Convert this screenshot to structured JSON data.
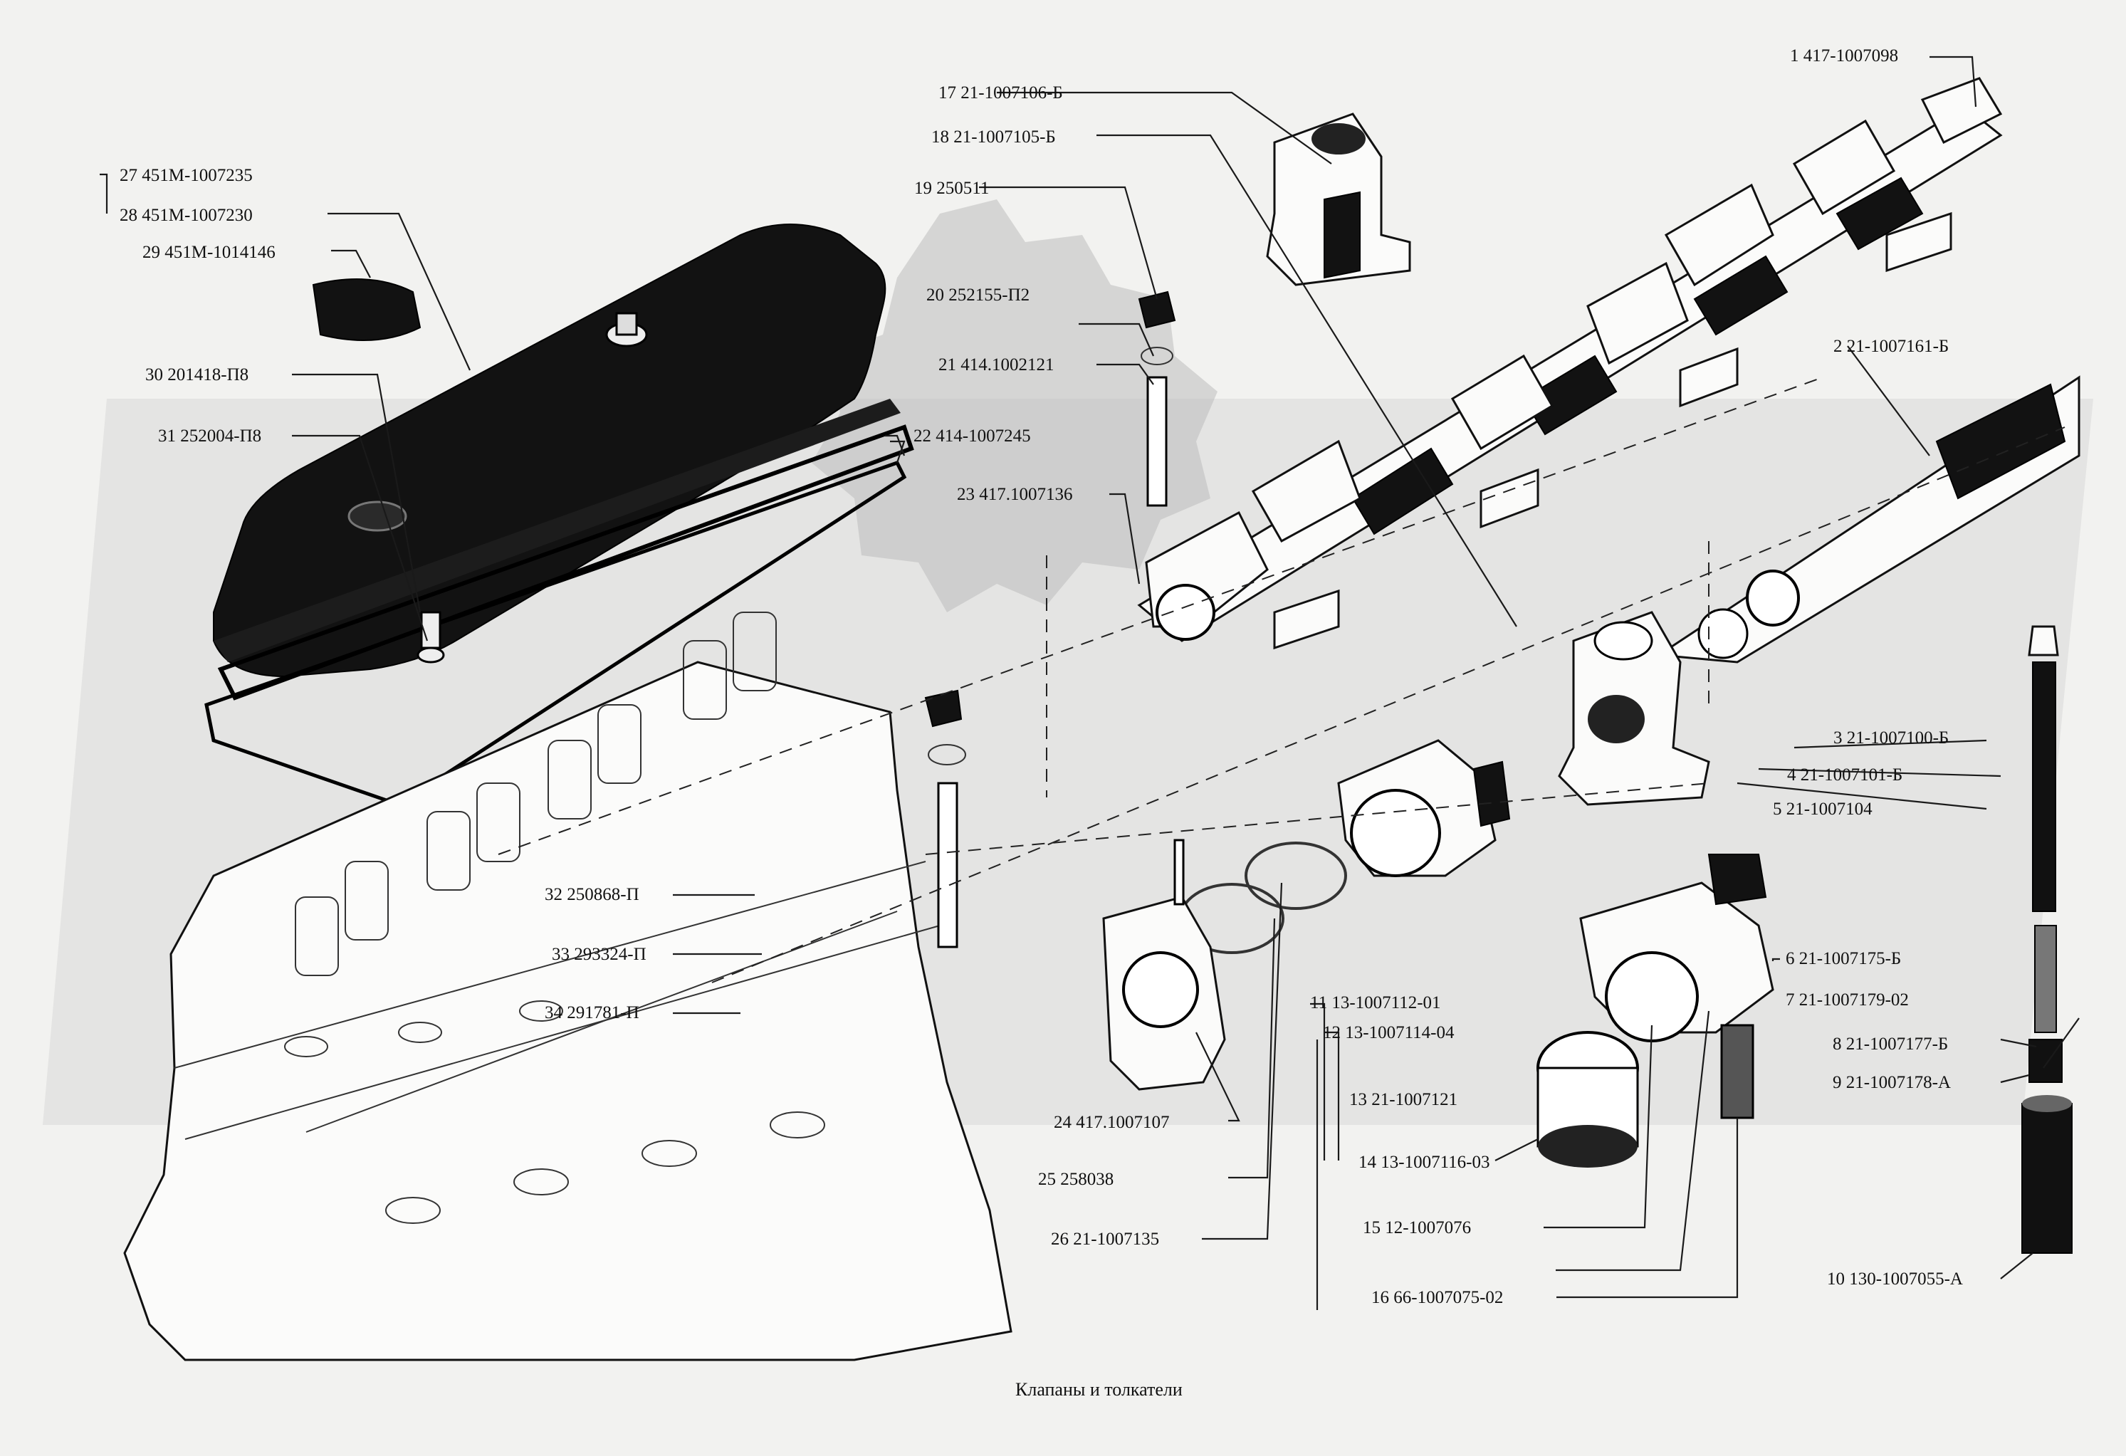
{
  "caption": "Клапаны и толкатели",
  "callouts": [
    {
      "num": "1",
      "part": "417-1007098"
    },
    {
      "num": "2",
      "part": "21-1007161-Б"
    },
    {
      "num": "3",
      "part": "21-1007100-Б"
    },
    {
      "num": "4",
      "part": "21-1007101-Б"
    },
    {
      "num": "5",
      "part": "21-1007104"
    },
    {
      "num": "6",
      "part": "21-1007175-Б"
    },
    {
      "num": "7",
      "part": "21-1007179-02"
    },
    {
      "num": "8",
      "part": "21-1007177-Б"
    },
    {
      "num": "9",
      "part": "21-1007178-А"
    },
    {
      "num": "10",
      "part": "130-1007055-А"
    },
    {
      "num": "11",
      "part": "13-1007112-01"
    },
    {
      "num": "12",
      "part": "13-1007114-04"
    },
    {
      "num": "13",
      "part": "21-1007121"
    },
    {
      "num": "14",
      "part": "13-1007116-03"
    },
    {
      "num": "15",
      "part": "12-1007076"
    },
    {
      "num": "16",
      "part": "66-1007075-02"
    },
    {
      "num": "17",
      "part": "21-1007106-Б"
    },
    {
      "num": "18",
      "part": "21-1007105-Б"
    },
    {
      "num": "19",
      "part": "250511"
    },
    {
      "num": "20",
      "part": "252155-П2"
    },
    {
      "num": "21",
      "part": "414.1002121"
    },
    {
      "num": "22",
      "part": "414-1007245"
    },
    {
      "num": "23",
      "part": "417.1007136"
    },
    {
      "num": "24",
      "part": "417.1007107"
    },
    {
      "num": "25",
      "part": "258038"
    },
    {
      "num": "26",
      "part": "21-1007135"
    },
    {
      "num": "27",
      "part": "451М-1007235"
    },
    {
      "num": "28",
      "part": "451М-1007230"
    },
    {
      "num": "29",
      "part": "451М-1014146"
    },
    {
      "num": "30",
      "part": "201418-П8"
    },
    {
      "num": "31",
      "part": "252004-П8"
    },
    {
      "num": "32",
      "part": "250868-П"
    },
    {
      "num": "33",
      "part": "293324-П"
    },
    {
      "num": "34",
      "part": "291781-П"
    }
  ]
}
